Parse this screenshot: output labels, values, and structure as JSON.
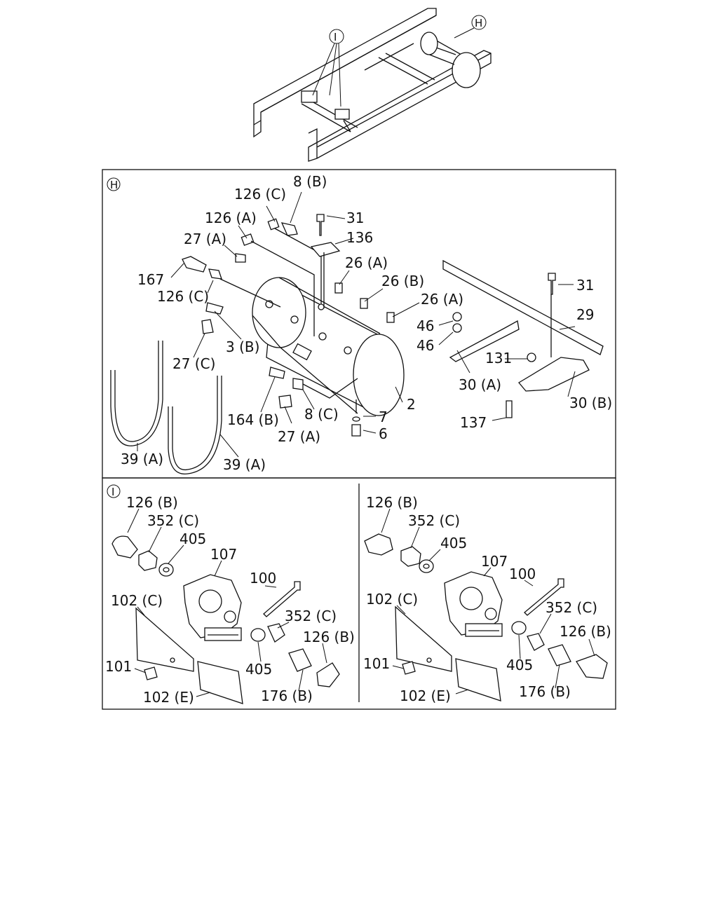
{
  "overview": {
    "marker_h": "H",
    "marker_i": "I"
  },
  "section_h": {
    "marker": "H",
    "labels": {
      "l_126c_top": "126 (C)",
      "l_8b": "8 (B)",
      "l_126a": "126 (A)",
      "l_31_top": "31",
      "l_136": "136",
      "l_27a_top": "27 (A)",
      "l_26a_1": "26 (A)",
      "l_167": "167",
      "l_26b": "26 (B)",
      "l_126c_mid": "126 (C)",
      "l_26a_2": "26 (A)",
      "l_31_right": "31",
      "l_29": "29",
      "l_46_1": "46",
      "l_46_2": "46",
      "l_3b": "3 (B)",
      "l_27c": "27 (C)",
      "l_131": "131",
      "l_30a": "30 (A)",
      "l_30b": "30 (B)",
      "l_2": "2",
      "l_7": "7",
      "l_164b": "164 (B)",
      "l_8c": "8 (C)",
      "l_6": "6",
      "l_137": "137",
      "l_27a_bot": "27 (A)",
      "l_39a_1": "39 (A)",
      "l_39a_2": "39 (A)"
    }
  },
  "section_i": {
    "marker": "I",
    "left": {
      "l_126b_top": "126 (B)",
      "l_352c_top": "352 (C)",
      "l_405_top": "405",
      "l_107": "107",
      "l_100": "100",
      "l_102c": "102 (C)",
      "l_352c_right": "352 (C)",
      "l_126b_right": "126 (B)",
      "l_101": "101",
      "l_405_bot": "405",
      "l_102e": "102 (E)",
      "l_176b": "176 (B)"
    },
    "right": {
      "l_126b_top": "126 (B)",
      "l_352c_top": "352 (C)",
      "l_405_top": "405",
      "l_107": "107",
      "l_100": "100",
      "l_102c": "102 (C)",
      "l_352c_right": "352 (C)",
      "l_126b_right": "126 (B)",
      "l_101": "101",
      "l_405_bot": "405",
      "l_102e": "102 (E)",
      "l_176b": "176 (B)"
    }
  }
}
